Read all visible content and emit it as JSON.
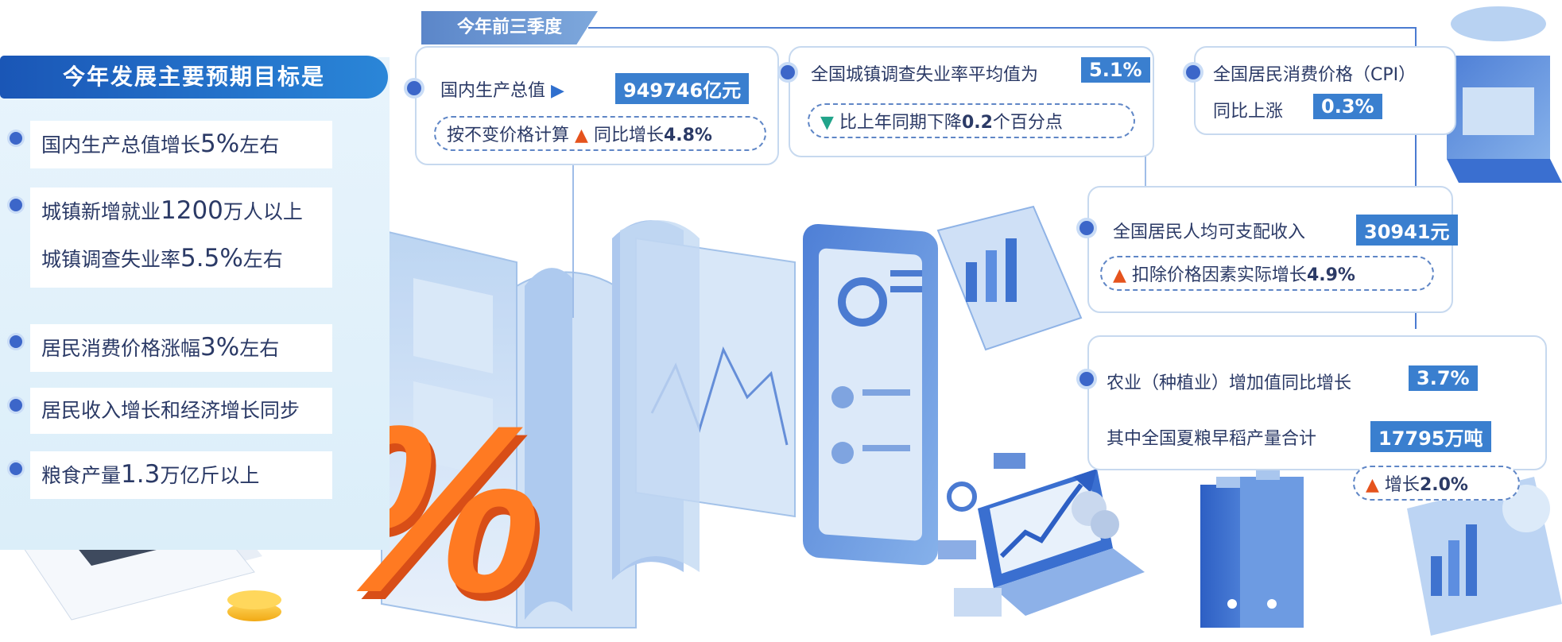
{
  "left": {
    "title": "今年发展主要预期目标是",
    "goals": [
      {
        "pre": "国内生产总值增长",
        "big": "5%",
        "post": "左右"
      },
      {
        "pre": "城镇新增就业",
        "big": "1200",
        "post": "万人以上"
      },
      {
        "pre": "城镇调查失业率",
        "big": "5.5%",
        "post": "左右"
      },
      {
        "pre": "居民消费价格涨幅",
        "big": "3%",
        "post": "左右"
      },
      {
        "text": "居民收入增长和经济增长同步"
      },
      {
        "pre": "粮食产量",
        "big": "1.3",
        "post": "万亿斤以上"
      }
    ]
  },
  "right": {
    "tag": "今年前三季度",
    "gdp": {
      "label": "国内生产总值",
      "arrow": "▶",
      "value": "949746亿元",
      "pill_pre": "按不变价格计算",
      "pill_arrow": "▲",
      "pill_post_a": "同比增长",
      "pill_post_b": "4.8%"
    },
    "unemployment": {
      "label": "全国城镇调查失业率平均值为",
      "value": "5.1%",
      "pill_arrow": "▼",
      "pill_text_a": "比上年同期下降",
      "pill_text_b": "0.2",
      "pill_text_c": "个百分点"
    },
    "cpi": {
      "label1": "全国居民消费价格（CPI）",
      "label2": "同比上涨",
      "value": "0.3%"
    },
    "income": {
      "label": "全国居民人均可支配收入",
      "value": "30941元",
      "pill_arrow": "▲",
      "pill_text_a": "扣除价格因素实际增长",
      "pill_text_b": "4.9%"
    },
    "agri": {
      "label1": "农业（种植业）增加值同比增长",
      "value1": "3.7%",
      "label2": "其中全国夏粮早稻产量合计",
      "value2": "17795万吨",
      "pill_arrow": "▲",
      "pill_text_a": "增长",
      "pill_text_b": "2.0%"
    }
  },
  "decor": {
    "percent_symbol": "%"
  },
  "colors": {
    "accent_blue": "#3a7fcf",
    "up_orange": "#e5531d",
    "down_green": "#21a48a",
    "panel_blue": "#1a56b6"
  }
}
